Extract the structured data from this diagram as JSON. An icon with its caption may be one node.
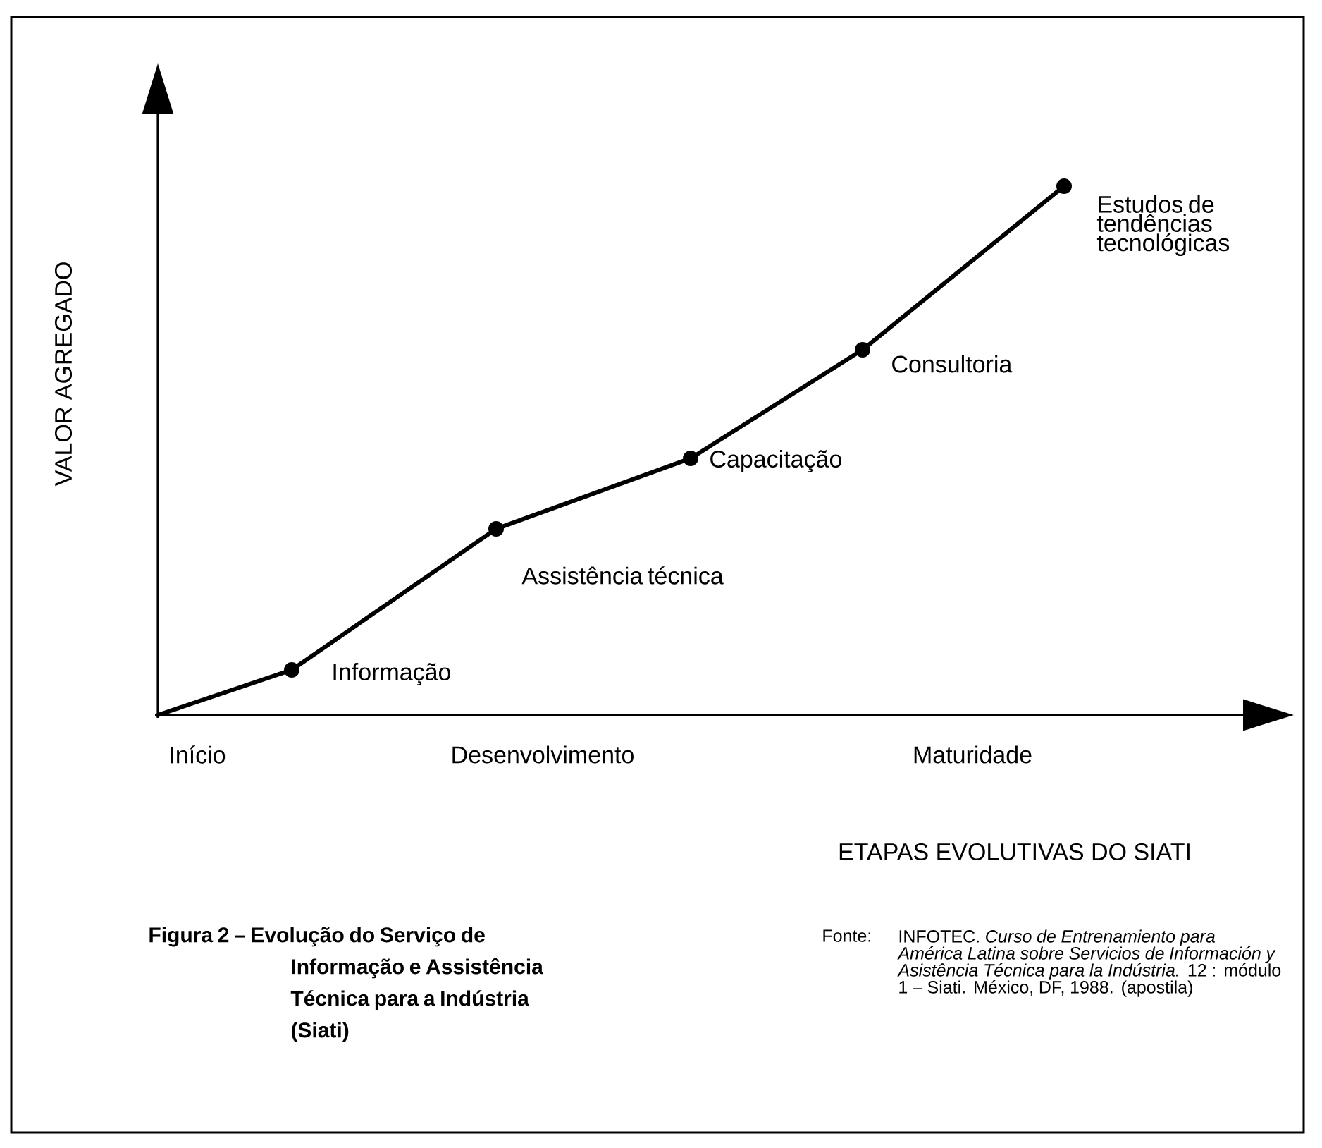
{
  "diagram": {
    "caption": "Figura 2 – Evolução do Serviço de Informação e Assistência Técnica para a Indústria (Siati)",
    "nodes": [
      {
        "text": [],
        "shape": "circle",
        "beside": [
          "Informação"
        ]
      },
      {
        "text": [],
        "shape": "circle",
        "beside": [
          "Assistência técnica"
        ]
      },
      {
        "text": [],
        "shape": "circle",
        "beside": [
          "Capacitação"
        ]
      },
      {
        "text": [],
        "shape": "circle",
        "beside": [
          "Consultoria"
        ]
      },
      {
        "text": [],
        "shape": "circle",
        "beside": [
          "Estudos de tendências tecnológicas"
        ]
      }
    ],
    "edges": [
      {
        "from": null,
        "to": 0,
        "arrow": "none"
      },
      {
        "from": 0,
        "to": 1,
        "arrow": "none"
      },
      {
        "from": 1,
        "to": 2,
        "arrow": "none"
      },
      {
        "from": 2,
        "to": 3,
        "arrow": "none"
      },
      {
        "from": 3,
        "to": 4,
        "arrow": "none"
      }
    ],
    "labels": [
      "VALOR AGREGADO",
      "Início",
      "Desenvolvimento",
      "Maturidade",
      "ETAPAS EVOLUTIVAS DO SIATI",
      "Fonte:",
      "INFOTEC. *Curso de Entrenamiento para América Latina sobre Servicios de Información y Asistência Técnica para la Indústria.* 12 : módulo 1 – Siati. México, DF, 1988. (apostila)"
    ]
  }
}
